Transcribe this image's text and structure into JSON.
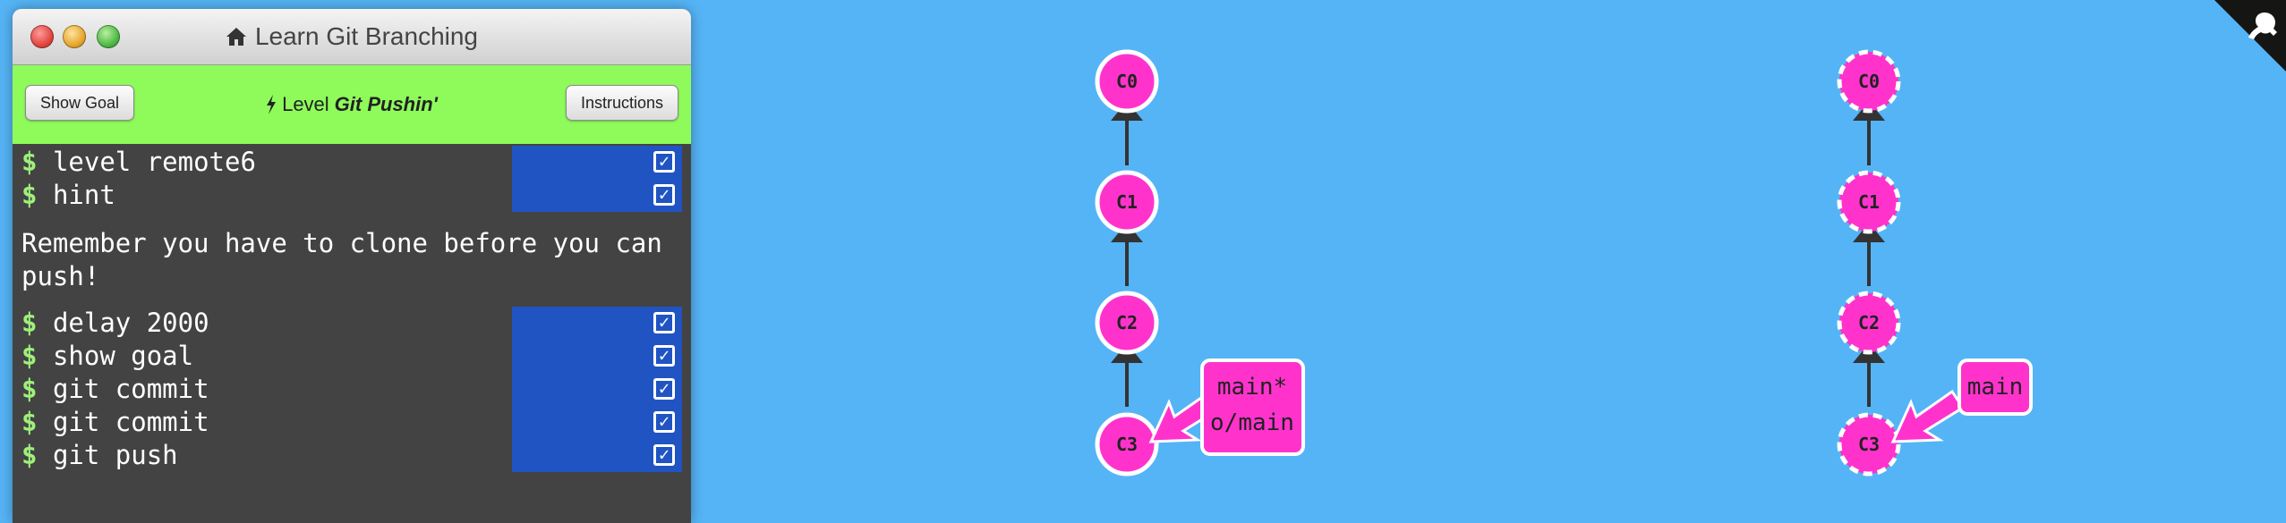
{
  "window": {
    "title": "Learn Git Branching",
    "home_icon": "home-icon",
    "controls": [
      "close",
      "minimize",
      "maximize"
    ]
  },
  "levelbar": {
    "show_goal_label": "Show Goal",
    "instructions_label": "Instructions",
    "level_prefix": "Level",
    "level_name": "Git Pushin'",
    "bolt_icon": "bolt-icon"
  },
  "terminal": {
    "prompt": "$",
    "commands_top": [
      {
        "text": "level remote6"
      },
      {
        "text": "hint"
      }
    ],
    "hint": "Remember you have to clone before you can push!",
    "commands_bottom": [
      {
        "text": "delay 2000"
      },
      {
        "text": "show goal"
      },
      {
        "text": "git commit"
      },
      {
        "text": "git commit"
      },
      {
        "text": "git push"
      }
    ]
  },
  "local_tree": {
    "commits": [
      "C0",
      "C1",
      "C2",
      "C3"
    ],
    "branch_labels": [
      "main*",
      "o/main"
    ]
  },
  "goal_tree": {
    "commits": [
      "C0",
      "C1",
      "C2",
      "C3"
    ],
    "branch_labels": [
      "main"
    ]
  },
  "colors": {
    "background": "#55b4f5",
    "commit": "#ff33cc",
    "terminal": "#434343",
    "levelbar": "#8efb5b",
    "command_highlight": "#2154c3"
  },
  "corner_icon": "octocat-icon"
}
